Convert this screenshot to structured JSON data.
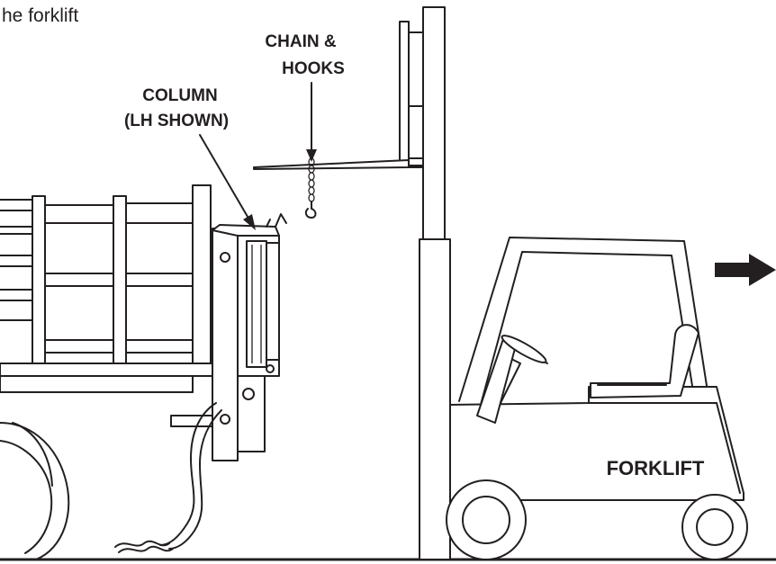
{
  "caption": "he forklift",
  "labels": {
    "chain_line1": "CHAIN &",
    "chain_line2": "HOOKS",
    "column_line1": "COLUMN",
    "column_line2": "(LH SHOWN)",
    "forklift": "FORKLIFT"
  },
  "colors": {
    "ink": "#231f20",
    "background": "#ffffff"
  },
  "icons": {
    "direction": "right-arrow-icon"
  }
}
